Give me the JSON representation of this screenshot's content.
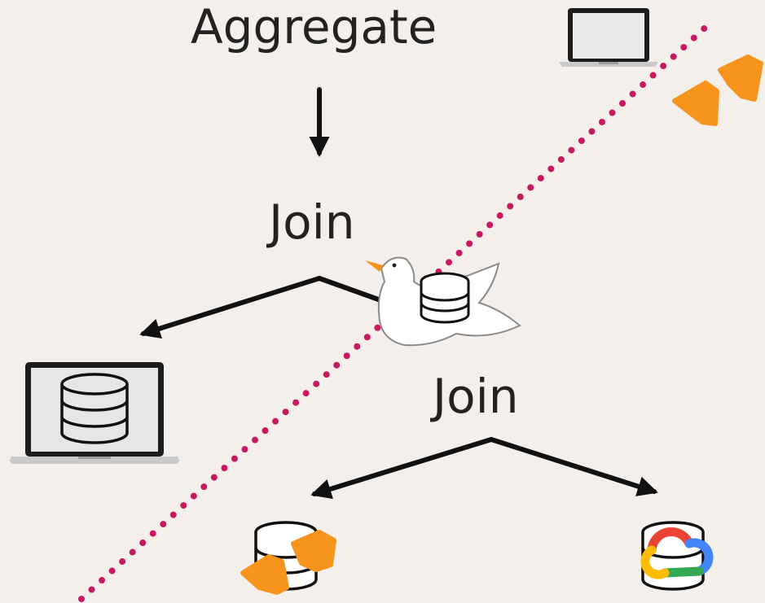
{
  "nodes": {
    "aggregate": "Aggregate",
    "join_top": "Join",
    "join_bottom": "Join"
  },
  "icons": {
    "laptop_small": "laptop-icon",
    "laptop_database": "laptop-database-icon",
    "database_local": "database-icon",
    "database_cloud": "google-cloud-database-icon",
    "duck": "flying-duck-icon",
    "duck_feet": "duck-feet-icon"
  },
  "colors": {
    "background": "#f4efeb",
    "divider": "#c8185f",
    "arrow": "#111111",
    "duck_feet": "#f7941e",
    "gcloud_red": "#ea4335",
    "gcloud_yellow": "#fbbc04",
    "gcloud_green": "#34a853",
    "gcloud_blue": "#4285f4"
  }
}
